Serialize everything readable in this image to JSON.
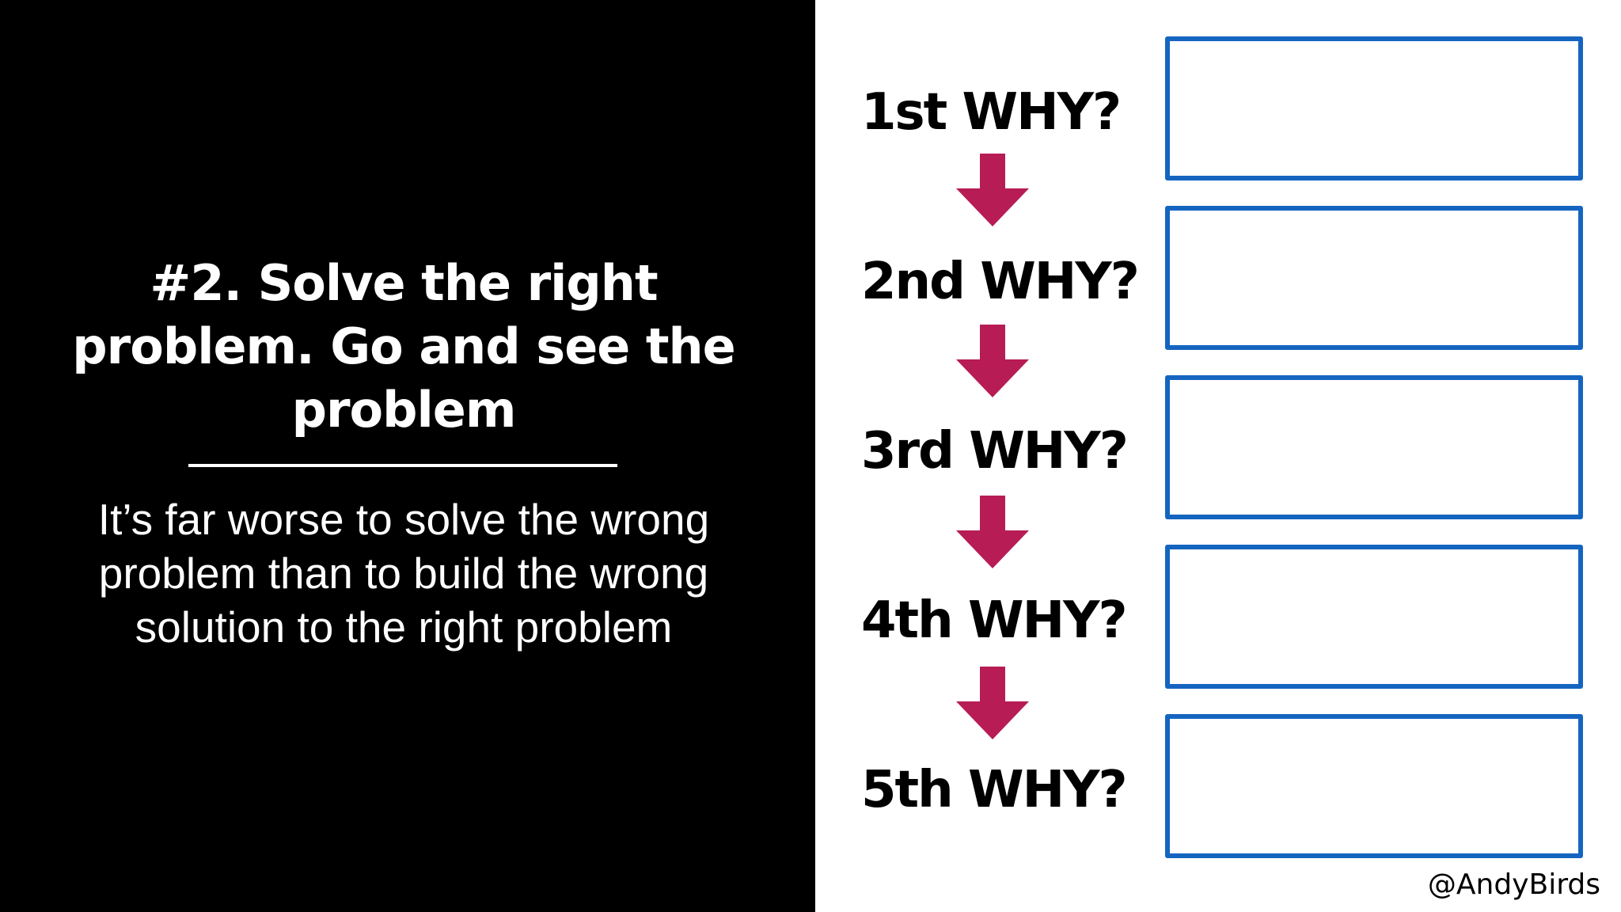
{
  "slide": {
    "headline": "#2. Solve the right problem. Go and see the problem",
    "subtitle": "It’s far worse to solve the wrong problem than to build the wrong solution to the right problem",
    "handle": "@AndyBirds"
  },
  "why_chain": [
    {
      "label": "1st WHY?"
    },
    {
      "label": "2nd WHY?"
    },
    {
      "label": "3rd WHY?"
    },
    {
      "label": "4th WHY?"
    },
    {
      "label": "5th WHY?"
    }
  ],
  "colors": {
    "left_background": "#000000",
    "right_background": "#ffffff",
    "arrow": "#b71c55",
    "box_border": "#1565c0",
    "headline_text": "#ffffff",
    "why_text": "#000000"
  },
  "icons": {
    "arrow": "arrow-down-icon"
  }
}
